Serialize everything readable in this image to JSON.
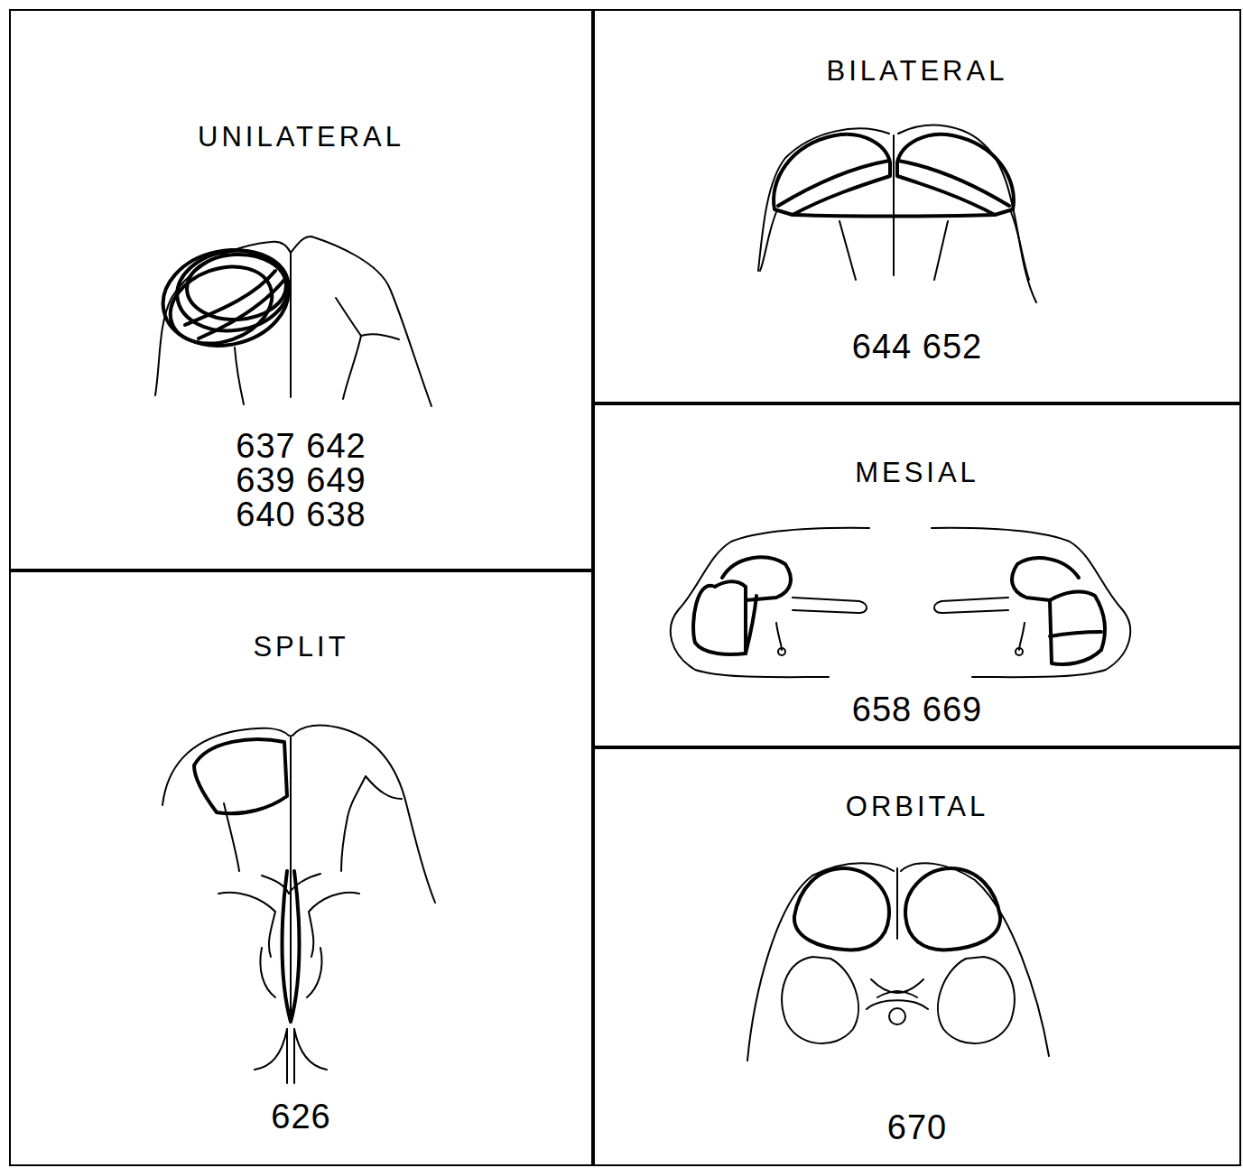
{
  "diagram": {
    "nodes": [
      {
        "text": [
          "UNILATERAL",
          "637 642 639 649 640 638"
        ]
      },
      {
        "text": [
          "BILATERAL",
          "644 652"
        ]
      },
      {
        "text": [
          "MESIAL",
          "658 669"
        ]
      },
      {
        "text": [
          "SPLIT",
          "626"
        ]
      },
      {
        "text": [
          "ORBITAL",
          "670"
        ]
      }
    ]
  }
}
